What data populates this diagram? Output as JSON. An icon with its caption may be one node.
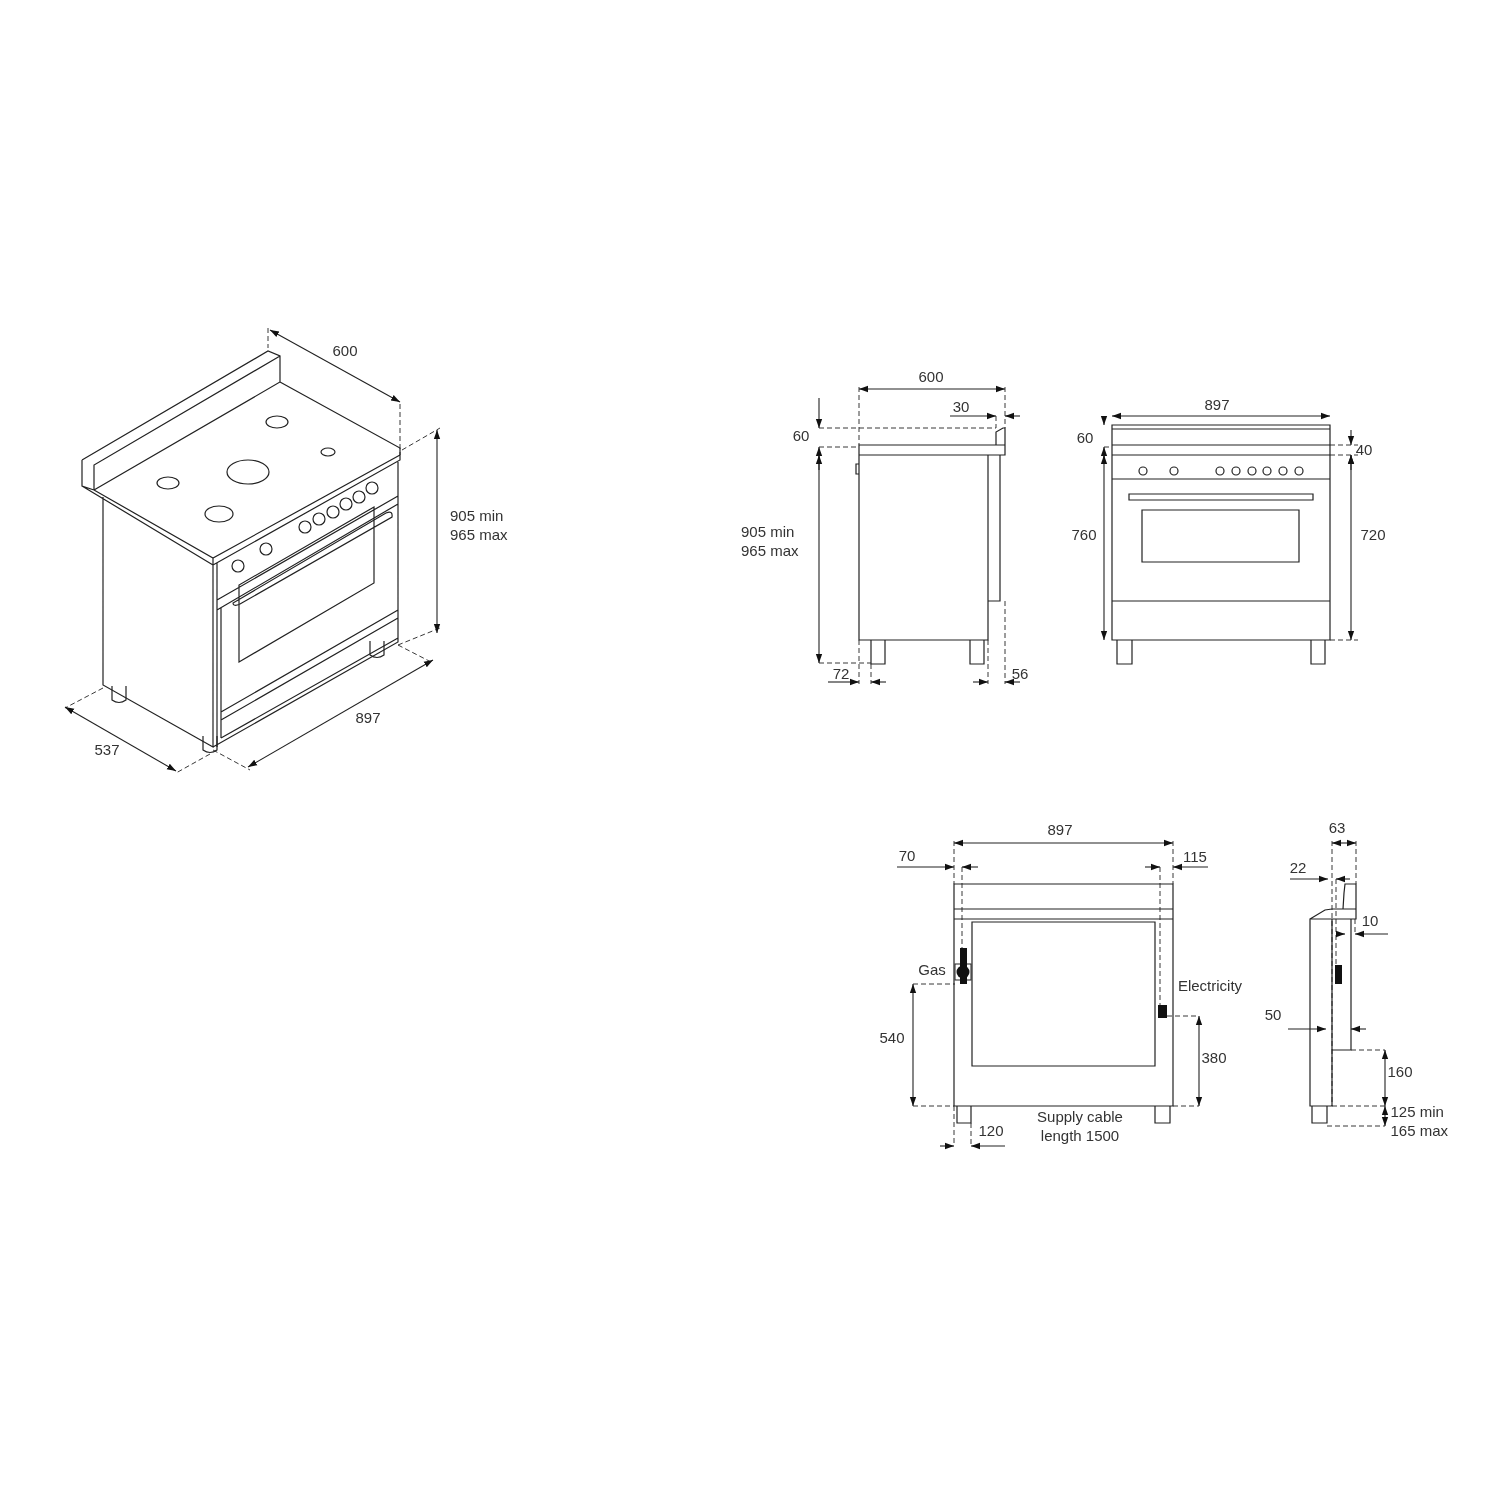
{
  "diagram": {
    "labels": [
      "600",
      "905 min 965 max",
      "897",
      "537",
      "600",
      "30",
      "60",
      "905 min 965 max",
      "72",
      "56",
      "897",
      "60",
      "40",
      "760",
      "720",
      "897",
      "70",
      "115",
      "Gas",
      "Electricity",
      "540",
      "380",
      "Supply cable length 1500",
      "120",
      "63",
      "22",
      "10",
      "50",
      "160",
      "125 min 165 max"
    ]
  }
}
